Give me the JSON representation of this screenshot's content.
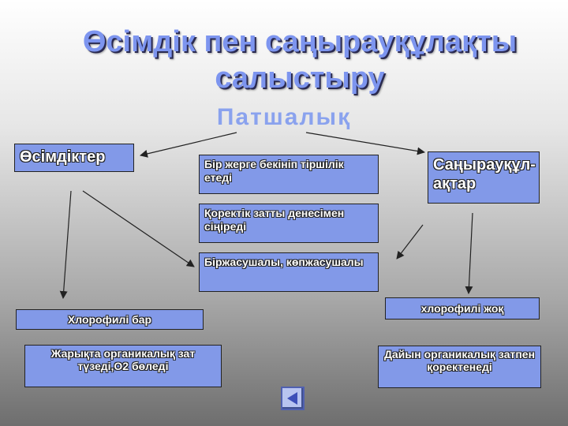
{
  "slide": {
    "title": "Өсімдік пен саңырауқұлақты салыстыру",
    "subtitle": "Патшалық",
    "plants_label": "Өсімдіктер",
    "fungi_label": "Саңырауқұл-ақтар",
    "traits": [
      "Бір жерге бекініп тіршілік етеді",
      "Қоректік затты денесімен сіңіреді",
      "Біржасушалы, көпжасушалы"
    ],
    "plants_traits": [
      "Хлорофилі бар",
      "Жарықта органикалық зат түзеді,О2 бөледі"
    ],
    "fungi_traits": [
      "хлорофилі жоқ",
      "Дайын органикалық затпен қоректенеді"
    ]
  },
  "colors": {
    "box_fill": "#8299e8",
    "title_text": "#7d95ef",
    "box_text": "#ffffff"
  },
  "icons": {
    "navigation": "back-arrow-icon"
  }
}
